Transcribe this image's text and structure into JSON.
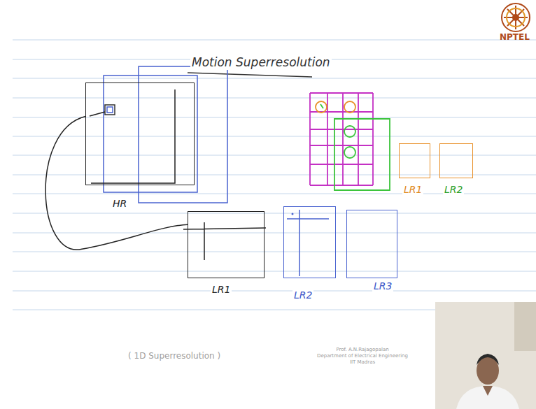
{
  "diagram": {
    "title": "Motion Superresolution",
    "nodes": [
      {
        "text": [
          "HR"
        ]
      },
      {
        "text": [
          "LR1"
        ]
      },
      {
        "text": [
          "LR2"
        ]
      },
      {
        "text": [
          "LR1"
        ]
      },
      {
        "text": [
          "LR2"
        ]
      },
      {
        "text": [
          "LR3"
        ]
      }
    ],
    "edges": [
      {
        "from": 0,
        "to": 3,
        "arrow": "none"
      }
    ],
    "labels": [
      "NPTEL",
      "( 1D Superresolution )",
      "Prof. A.N.Rajagopalan",
      "Department of Electrical Engineering",
      "IIT Madras"
    ]
  }
}
